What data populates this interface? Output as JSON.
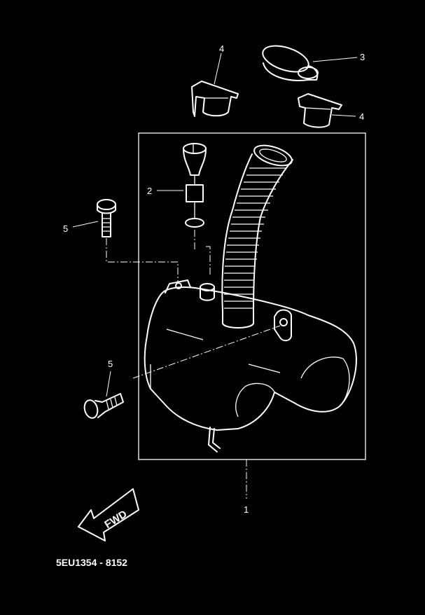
{
  "labels": {
    "part_1": "1",
    "part_2": "2",
    "part_3": "3",
    "part_4a": "4",
    "part_4b": "4",
    "part_5a": "5",
    "part_5b": "5"
  },
  "direction_arrow": "FWD",
  "drawing_code": "5EU1354 - 8152",
  "colors": {
    "background": "#000000",
    "line": "#ffffff"
  }
}
